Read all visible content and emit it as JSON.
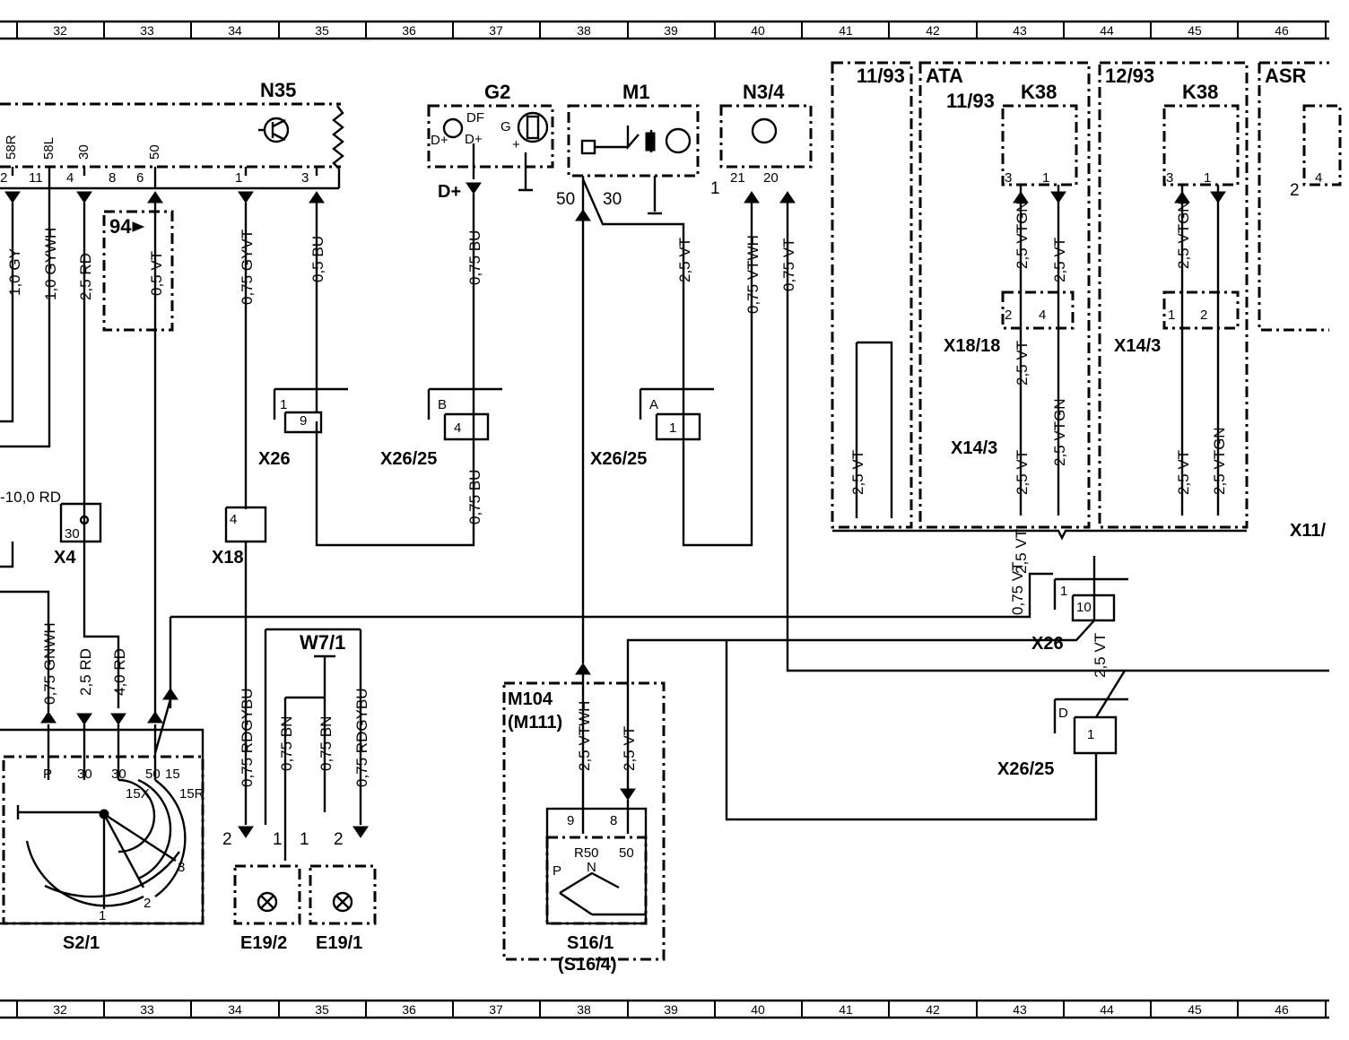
{
  "grid": {
    "numbers": [
      "32",
      "33",
      "34",
      "35",
      "36",
      "37",
      "38",
      "39",
      "40",
      "41",
      "42",
      "43",
      "44",
      "45",
      "46"
    ]
  },
  "components": {
    "n35": "N35",
    "g2": "G2",
    "m1": "M1",
    "n3_4": "N3/4",
    "k38_a": "K38",
    "k38_b": "K38",
    "ata": "ATA",
    "asr": "ASR",
    "ref_11_93_a": "11/93",
    "ref_11_93_b": "11/93",
    "ref_12_93": "12/93",
    "ref_94": "94",
    "x26_a": "X26",
    "x26_25_a": "X26/25",
    "x26_25_b": "X26/25",
    "x18": "X18",
    "x4": "X4",
    "x18_18": "X18/18",
    "x14_3_a": "X14/3",
    "x14_3_b": "X14/3",
    "x26_b": "X26",
    "x26_25_c": "X26/25",
    "x11": "X11/",
    "w7_1": "W7/1",
    "m104": "M104",
    "m111": "(M111)",
    "s2_1": "S2/1",
    "e19_2": "E19/2",
    "e19_1": "E19/1",
    "s16_1": "S16/1",
    "s16_4": "(S16/4)"
  },
  "pins": {
    "n35_58r": "58R",
    "n35_58l": "58L",
    "n35_30": "30",
    "n35_50": "50",
    "n35_p2": "2",
    "n35_p11": "11",
    "n35_p4": "4",
    "n35_p8": "8",
    "n35_p6": "6",
    "n35_p1": "1",
    "n35_p3": "3",
    "g2_df": "DF",
    "g2_dplus_a": "D+",
    "g2_dplus_b": "D+",
    "g2_g": "G",
    "g2_plus": "+",
    "g2_dplus_out": "D+",
    "m1_50": "50",
    "m1_30": "30",
    "n34_1": "1",
    "n34_21": "21",
    "n34_20": "20",
    "k38a_3": "3",
    "k38a_1": "1",
    "k38b_3": "3",
    "k38b_1": "1",
    "x1818_2": "2",
    "x1818_4": "4",
    "x143_1": "1",
    "x143_2": "2",
    "asr_2": "2",
    "asr_4": "4",
    "x26a_1": "1",
    "x26a_9": "9",
    "x2625a_b": "B",
    "x2625a_4": "4",
    "x2625b_a": "A",
    "x2625b_1": "1",
    "x18_4": "4",
    "x4_30": "30",
    "x26b_1": "1",
    "x26b_10": "10",
    "x2625c_d": "D",
    "x2625c_1": "1",
    "s21_p": "P",
    "s21_30a": "30",
    "s21_30b": "30",
    "s21_50": "50",
    "s21_15": "15",
    "s21_15x": "15X",
    "s21_15r": "15R",
    "s21_3": "3",
    "s21_2": "2",
    "s21_1": "1",
    "e192_2": "2",
    "e192_1": "1",
    "e191_1": "1",
    "e191_2": "2",
    "s161_9": "9",
    "s161_8": "8",
    "s161_r50": "R50",
    "s161_n": "N",
    "s161_50": "50",
    "s161_p": "P"
  },
  "wires": {
    "w1": "1,0 GY",
    "w2": "1,0 GYWH",
    "w3": "2,5 RD",
    "w4": "0,5 VT",
    "w5": "0,75 GYVT",
    "w6": "0,5 BU",
    "w7": "0,75 BU",
    "w8": "0,75 BU",
    "w9": "2,5 VT",
    "w10": "0,75 VTWH",
    "w11": "0,75 VT",
    "w12": "2,5 VT",
    "w13": "2,5 VTGN",
    "w14": "2,5 VT",
    "w15": "2,5 VTGN",
    "w16": "2,5 VT",
    "w17": "2,5 VT",
    "w18": "2,5 VTGN",
    "w19": "2,5 VT",
    "w20": "2,5 VTGN",
    "w21": "0,75 VT",
    "w22": "-10,0 RD",
    "w23": "0,75 GNWH",
    "w24": "2,5 RD",
    "w25": "4,0 RD",
    "w26": "0,75 RDGYBU",
    "w27": "0,75 BN",
    "w28": "0,75 BN",
    "w29": "0,75 RDGYBU",
    "w30": "2,5 VTWH",
    "w31": "2,5 VT",
    "w32": "2,5 VT",
    "w33": "2,5 VT"
  }
}
